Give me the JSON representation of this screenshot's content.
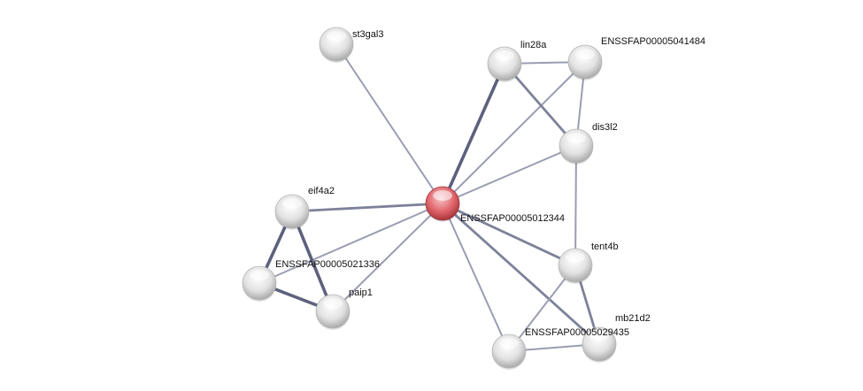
{
  "network": {
    "colors": {
      "query": "#e0656b",
      "node": "#e6e6e6",
      "edge": "#8e92a8"
    },
    "nodes": [
      {
        "id": "center",
        "label": "ENSSFAP00005012344",
        "query": true
      },
      {
        "id": "st3gal3",
        "label": "st3gal3"
      },
      {
        "id": "lin28a",
        "label": "lin28a"
      },
      {
        "id": "n41484",
        "label": "ENSSFAP00005041484"
      },
      {
        "id": "dis3l2",
        "label": "dis3l2"
      },
      {
        "id": "eif4a2",
        "label": "eif4a2"
      },
      {
        "id": "n21336",
        "label": "ENSSFAP00005021336"
      },
      {
        "id": "paip1",
        "label": "paip1"
      },
      {
        "id": "tent4b",
        "label": "tent4b"
      },
      {
        "id": "n9435",
        "label": "ENSSFAP00005029435"
      },
      {
        "id": "mb21d2",
        "label": "mb21d2"
      }
    ],
    "edges": [
      [
        "center",
        "st3gal3",
        1
      ],
      [
        "center",
        "lin28a",
        3
      ],
      [
        "center",
        "n41484",
        1
      ],
      [
        "center",
        "dis3l2",
        1
      ],
      [
        "center",
        "eif4a2",
        2
      ],
      [
        "center",
        "n21336",
        1
      ],
      [
        "center",
        "paip1",
        1
      ],
      [
        "center",
        "tent4b",
        2
      ],
      [
        "center",
        "n9435",
        1
      ],
      [
        "center",
        "mb21d2",
        2
      ],
      [
        "lin28a",
        "n41484",
        1
      ],
      [
        "lin28a",
        "dis3l2",
        2
      ],
      [
        "n41484",
        "dis3l2",
        1
      ],
      [
        "dis3l2",
        "tent4b",
        1
      ],
      [
        "eif4a2",
        "n21336",
        3
      ],
      [
        "eif4a2",
        "paip1",
        3
      ],
      [
        "n21336",
        "paip1",
        3
      ],
      [
        "tent4b",
        "n9435",
        1
      ],
      [
        "tent4b",
        "mb21d2",
        2
      ],
      [
        "n9435",
        "mb21d2",
        1
      ]
    ]
  }
}
